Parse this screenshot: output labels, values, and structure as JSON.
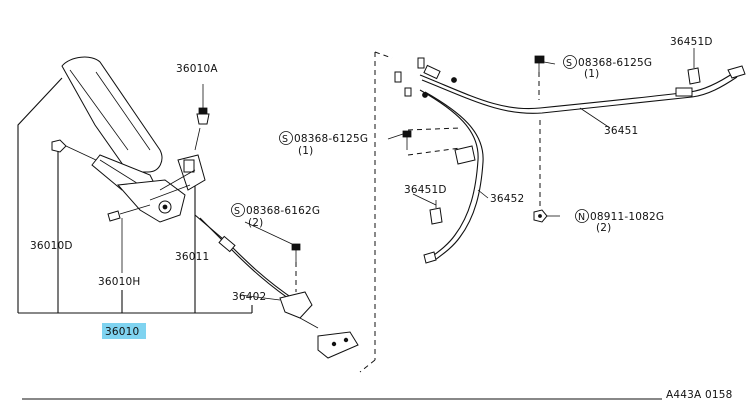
{
  "diagram": {
    "labels": {
      "p36010A": "36010A",
      "p36010D": "36010D",
      "p36010H": "36010H",
      "p36011": "36011",
      "p36010": "36010",
      "p36402": "36402",
      "bolt_6162": "08368-6162G",
      "bolt_6162_qty": "(2)",
      "bolt_6125_mid": "08368-6125G",
      "bolt_6125_mid_qty": "(1)",
      "bolt_6125_top": "08368-6125G",
      "bolt_6125_top_qty": "(1)",
      "nut_1082": "08911-1082G",
      "nut_1082_qty": "(2)",
      "p36451D_top": "36451D",
      "p36451": "36451",
      "p36451D_mid": "36451D",
      "p36452": "36452",
      "prefix_s": "S",
      "prefix_n": "N",
      "figure_code": "A443A 0158"
    },
    "colors": {
      "line": "#111111",
      "highlight": "#7fd3f0",
      "background": "#ffffff"
    }
  }
}
